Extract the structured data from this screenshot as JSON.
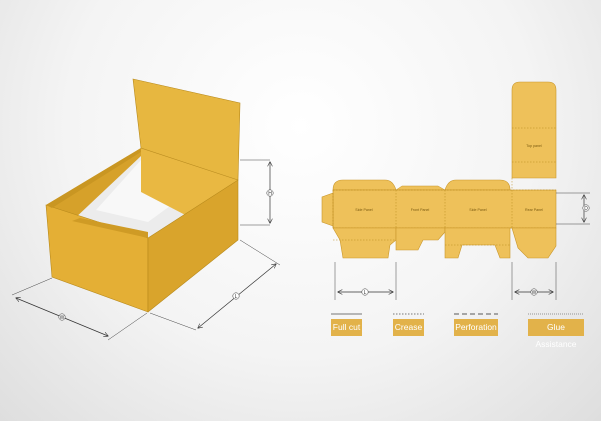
{
  "colors": {
    "box_front": "#e8b53a",
    "box_side": "#d9a42c",
    "box_dark": "#c28f1e",
    "box_inside": "#ececec",
    "dieline": "#eec15a",
    "legend_bg": "#e2b24a"
  },
  "box_dimensions": {
    "height": "H",
    "length": "L",
    "width": "W"
  },
  "dieline": {
    "panels": [
      "Side Panel",
      "Front Panel",
      "Side Panel",
      "Rear Panel"
    ],
    "top_panel": "Top panel",
    "dim_width": "W",
    "dim_depth": "D",
    "dim_length": "L"
  },
  "legend": [
    {
      "label": "Full cut",
      "line": "solid"
    },
    {
      "label": "Crease",
      "line": "dotted"
    },
    {
      "label": "Perforation",
      "line": "dashed"
    },
    {
      "label": "Glue Assistance",
      "line": "fine-dotted"
    }
  ]
}
